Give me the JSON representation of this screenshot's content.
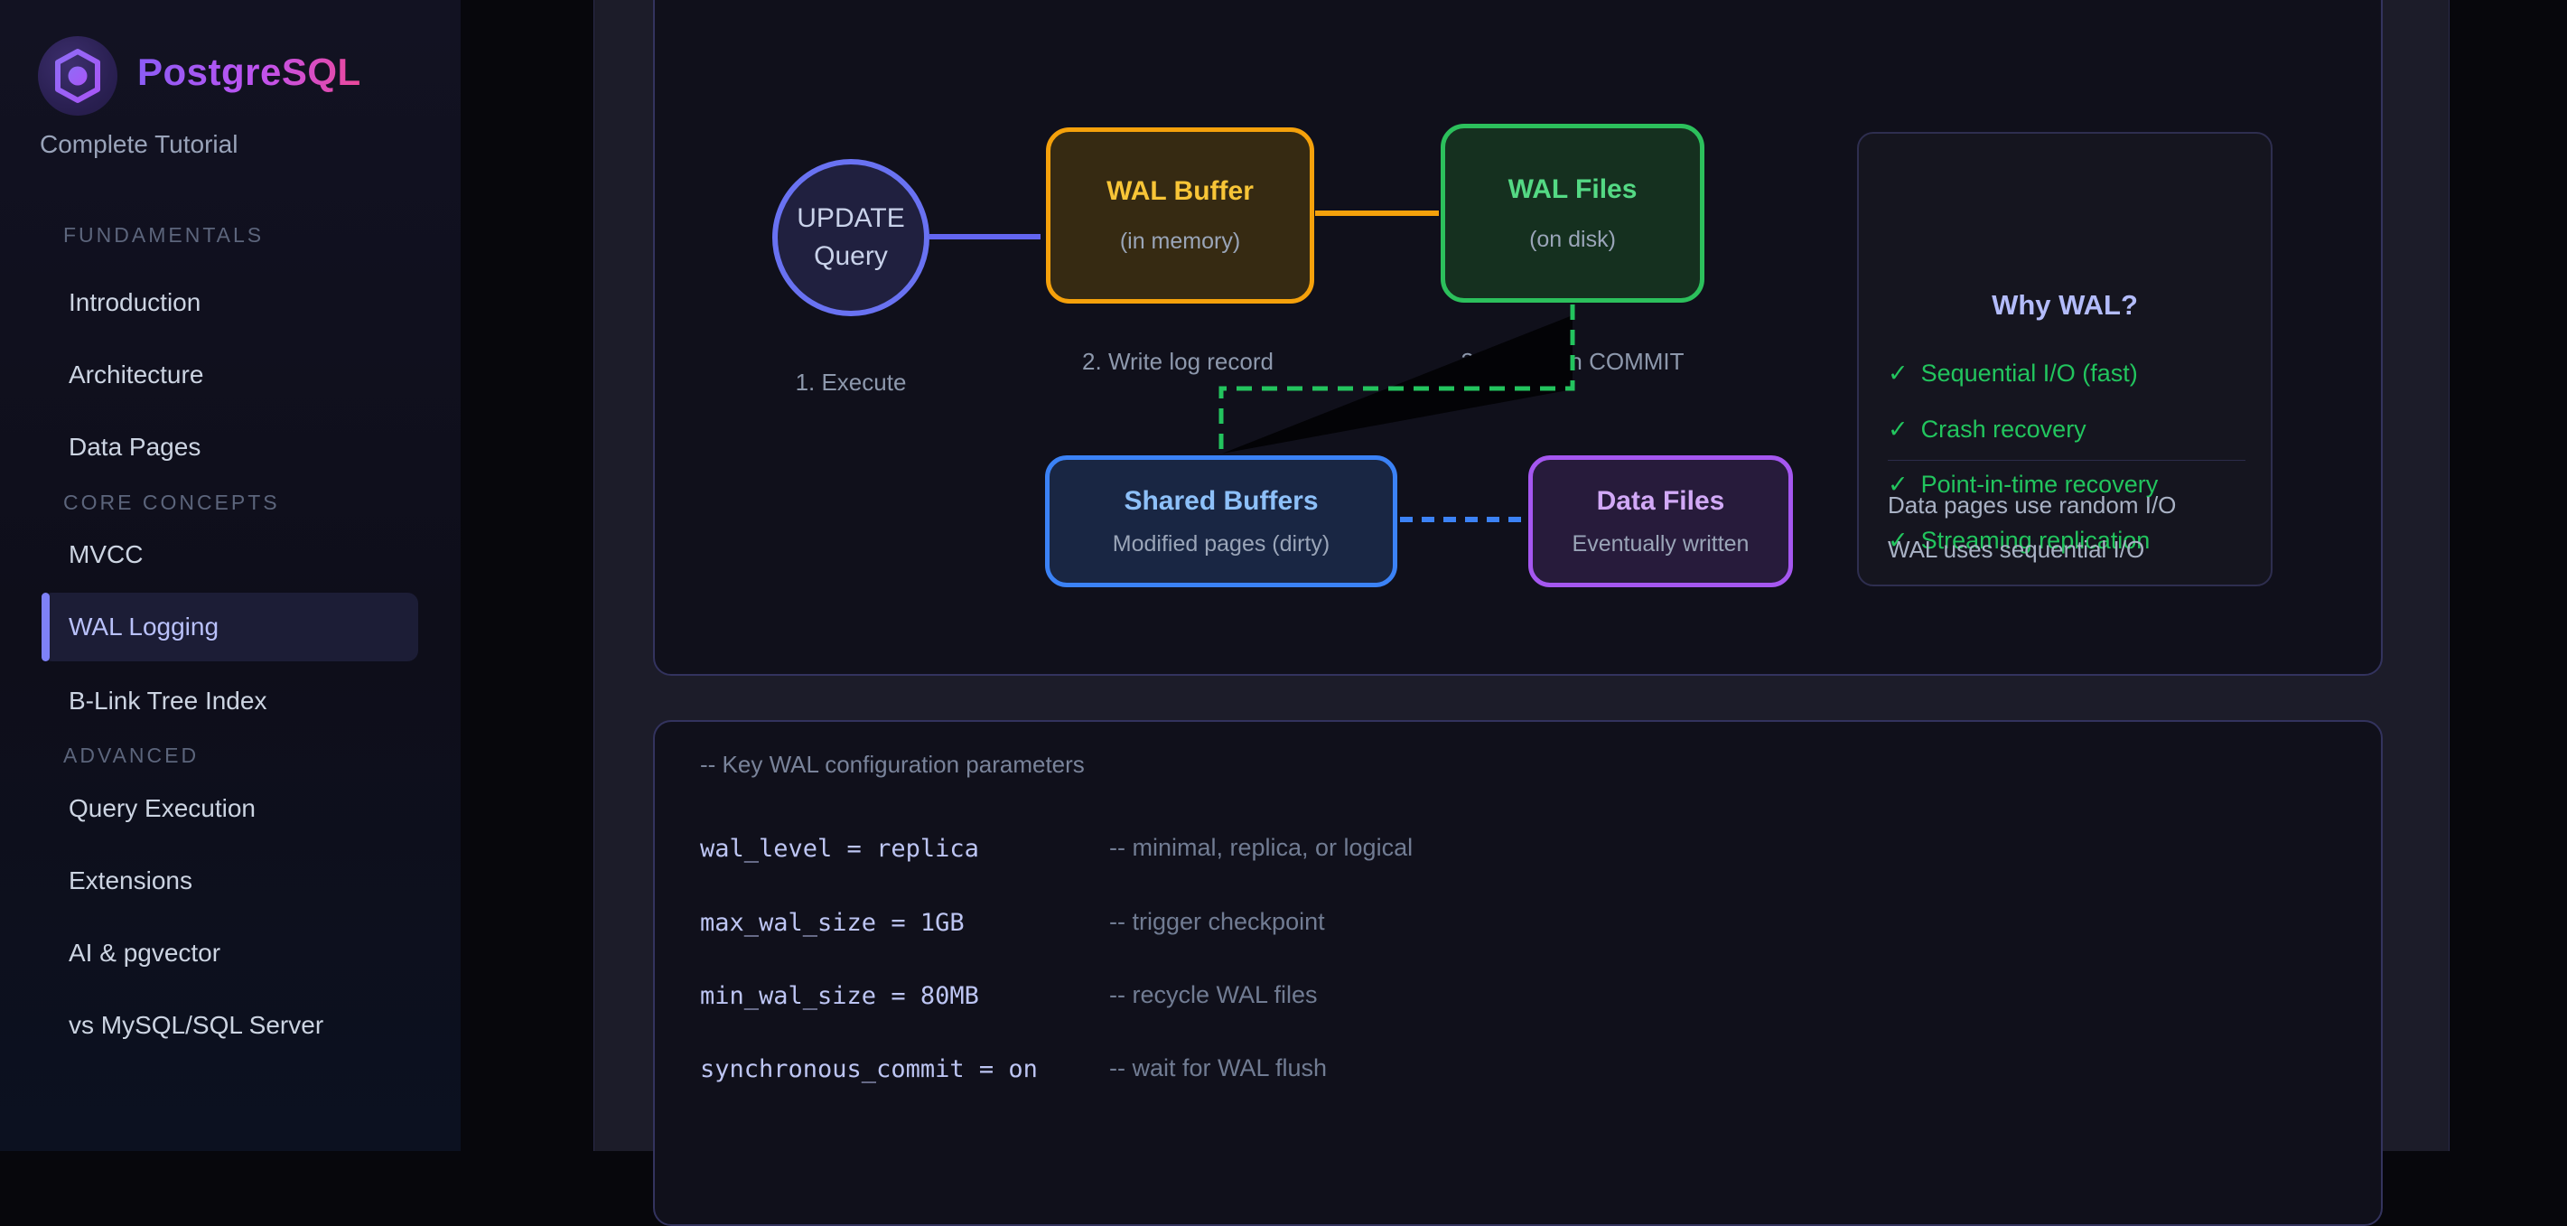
{
  "sidebar": {
    "logo_title": "PostgreSQL",
    "subtitle": "Complete Tutorial",
    "sections": [
      {
        "label": "FUNDAMENTALS",
        "items": [
          {
            "label": "Introduction"
          },
          {
            "label": "Architecture"
          },
          {
            "label": "Data Pages"
          }
        ]
      },
      {
        "label": "CORE CONCEPTS",
        "items": [
          {
            "label": "MVCC"
          },
          {
            "label": "WAL Logging",
            "active": true
          },
          {
            "label": "B-Link Tree Index"
          }
        ]
      },
      {
        "label": "ADVANCED",
        "items": [
          {
            "label": "Query Execution"
          },
          {
            "label": "Extensions"
          },
          {
            "label": "AI & pgvector"
          },
          {
            "label": "vs MySQL/SQL Server"
          }
        ]
      }
    ]
  },
  "diagram": {
    "nodes": {
      "update_query": {
        "line1": "UPDATE",
        "line2": "Query"
      },
      "wal_buffer": {
        "title": "WAL Buffer",
        "subtitle": "(in memory)"
      },
      "wal_files": {
        "title": "WAL Files",
        "subtitle": "(on disk)"
      },
      "shared_buffers": {
        "title": "Shared Buffers",
        "subtitle": "Modified pages (dirty)"
      },
      "data_files": {
        "title": "Data Files",
        "subtitle": "Eventually written"
      }
    },
    "steps": {
      "step1": "1. Execute",
      "step2": "2. Write log record",
      "step3": "3. Fsync on COMMIT"
    },
    "why_wal": {
      "title": "Why WAL?",
      "check_glyph": "✓",
      "items": [
        "Sequential I/O (fast)",
        "Crash recovery",
        "Point-in-time recovery",
        "Streaming replication"
      ],
      "notes": [
        "Data pages use random I/O",
        "WAL uses sequential I/O"
      ]
    },
    "colors": {
      "indigo": "#6366f1",
      "orange": "#f5a10b",
      "green": "#22c55e",
      "blue": "#3b82f6",
      "purple": "#a855f7"
    }
  },
  "code_panel": {
    "header_comment": "-- Key WAL configuration parameters",
    "rows": [
      {
        "code": "wal_level = replica",
        "comment": "-- minimal, replica, or logical"
      },
      {
        "code": "max_wal_size = 1GB",
        "comment": "-- trigger checkpoint"
      },
      {
        "code": "min_wal_size = 80MB",
        "comment": "-- recycle WAL files"
      },
      {
        "code": "synchronous_commit = on",
        "comment": "-- wait for WAL flush"
      }
    ]
  }
}
